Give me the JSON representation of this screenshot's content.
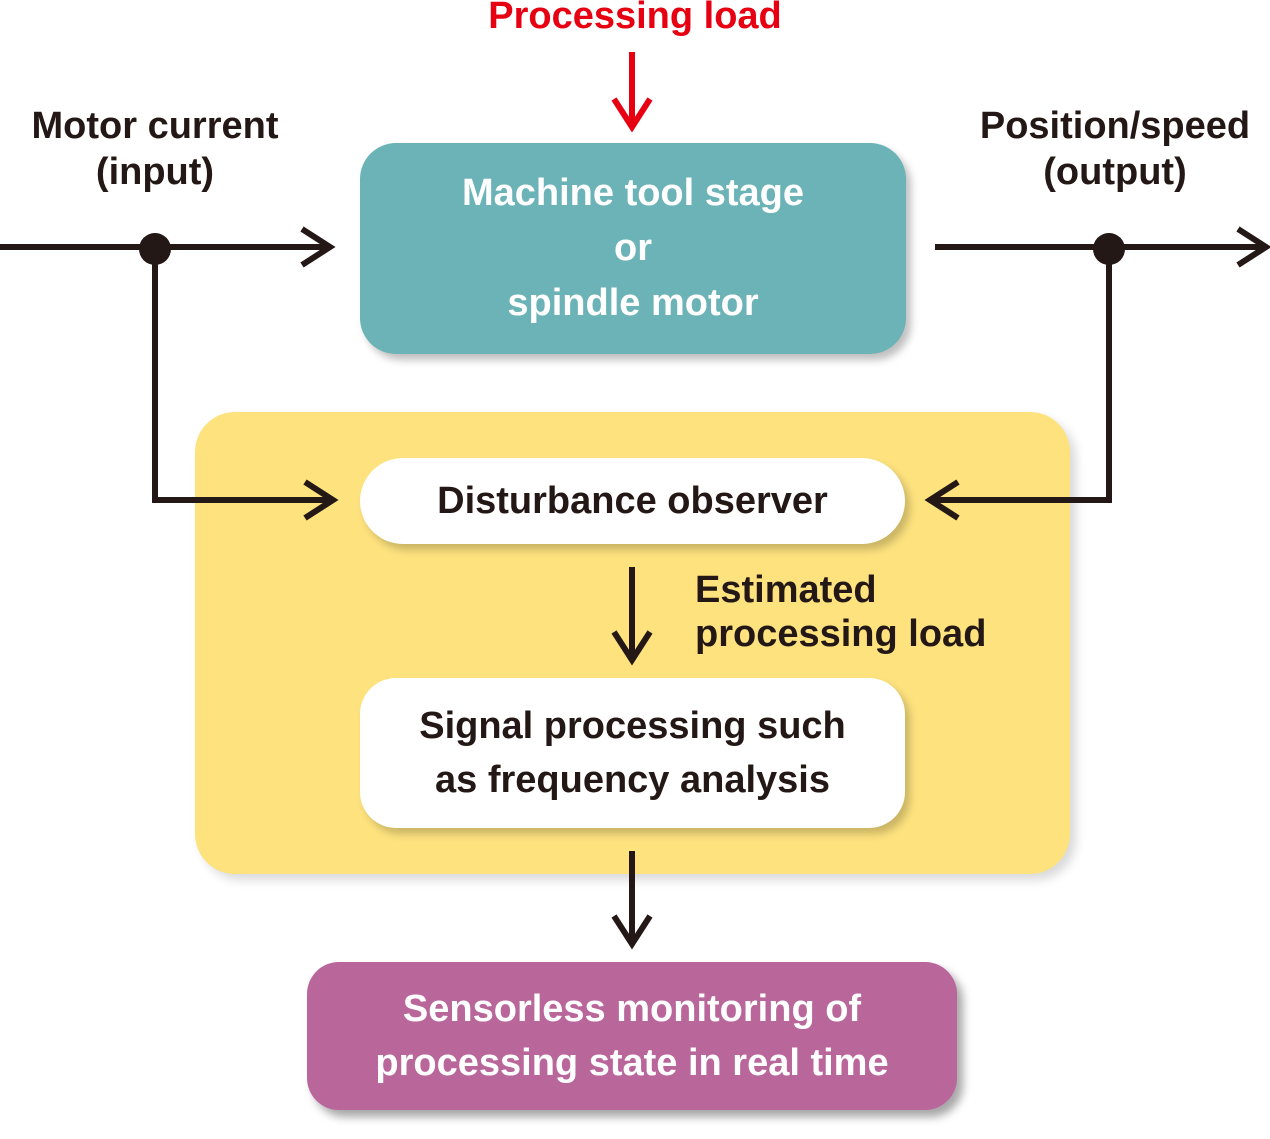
{
  "processing_load": "Processing load",
  "input": {
    "line1": "Motor current",
    "line2": "(input)"
  },
  "output": {
    "line1": "Position/speed",
    "line2": "(output)"
  },
  "machine_box": {
    "line1": "Machine tool stage",
    "line2": "or",
    "line3": "spindle motor"
  },
  "observer_box": {
    "label": "Disturbance observer"
  },
  "estimated_load": {
    "line1": "Estimated",
    "line2": "processing load"
  },
  "signal_box": {
    "line1": "Signal processing such",
    "line2": "as frequency analysis"
  },
  "monitor_box": {
    "line1": "Sensorless monitoring of",
    "line2": "processing state in real time"
  },
  "colors": {
    "processing_load_text": "#e60012",
    "machine_box": "#6bb3b6",
    "observer_panel": "#fde27e",
    "monitor_box": "#b9669b",
    "lines": "#231815"
  }
}
